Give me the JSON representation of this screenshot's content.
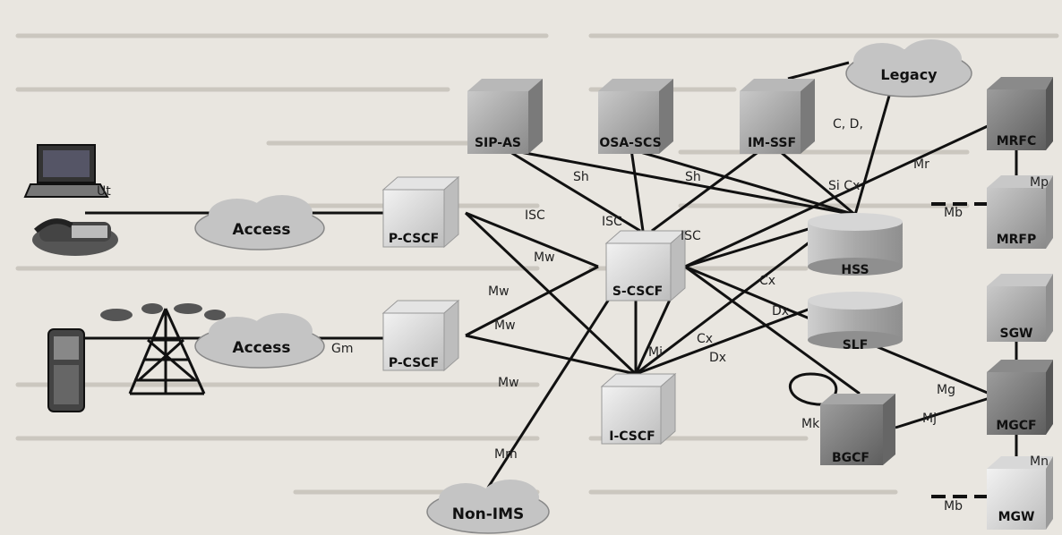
{
  "colors": {
    "background": "#e9e6e0",
    "line": "#111111",
    "cube_light": "#d4d4d4",
    "cube_dark": "#8e8e8e",
    "cloud": "#c4c4c4"
  },
  "nodes": {
    "sip_as": "SIP-AS",
    "osa_scs": "OSA-SCS",
    "im_ssf": "IM-SSF",
    "mrfc": "MRFC",
    "mrfp": "MRFP",
    "p_cscf_1": "P-CSCF",
    "p_cscf_2": "P-CSCF",
    "s_cscf": "S-CSCF",
    "i_cscf": "I-CSCF",
    "hss": "HSS",
    "slf": "SLF",
    "sgw": "SGW",
    "mgcf": "MGCF",
    "bgcf": "BGCF",
    "mgw": "MGW"
  },
  "clouds": {
    "legacy": "Legacy",
    "access_1": "Access",
    "access_2": "Access",
    "non_ims": "Non-IMS"
  },
  "interfaces": {
    "sh_1": "Sh",
    "sh_2": "Sh",
    "isc_1": "ISC",
    "isc_2": "ISC",
    "isc_3": "ISC",
    "mw_1": "Mw",
    "mw_2": "Mw",
    "mw_3": "Mw",
    "mw_4": "Mw",
    "cd": "C, D,",
    "si_cx": "Si Cx",
    "mr": "Mr",
    "mp_1": "Mp",
    "mp_2": "Mn",
    "mb_1": "Mb",
    "mb_2": "Mb",
    "cx_1": "Cx",
    "cx_2": "Cx",
    "dx_1": "Dx",
    "dx_2": "Dx",
    "mi": "Mi",
    "mj": "Mj",
    "mg": "Mg",
    "mk": "Mk",
    "gm": "Gm",
    "mm": "Mm",
    "ut": "Ut"
  }
}
